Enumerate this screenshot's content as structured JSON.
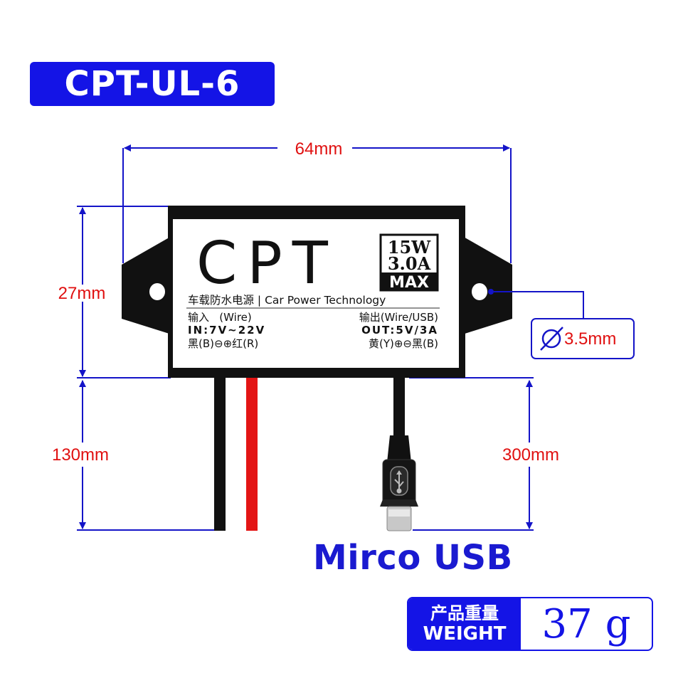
{
  "title": "CPT-UL-6",
  "device": {
    "brand": "CPT",
    "rating": {
      "power": "15W",
      "current": "3.0A",
      "max": "MAX"
    },
    "subtitle": "车载防水电源 | Car Power Technology",
    "input_header": "输入   (Wire)",
    "input_spec": "IN:7V~22V",
    "input_wires": "黑(B)⊖⊕红(R)",
    "output_header": "输出(Wire/USB)",
    "output_spec": "OUT:5V/3A",
    "output_wires": "黄(Y)⊕⊖黑(B)"
  },
  "dimensions": {
    "width": "64mm",
    "height": "27mm",
    "hole": "3.5mm",
    "input_cable": "130mm",
    "output_cable": "300mm"
  },
  "connector_label": "Mirco USB",
  "weight": {
    "label_cn": "产品重量",
    "label_en": "WEIGHT",
    "value": "37 g"
  },
  "colors": {
    "accent": "#1414e6",
    "dim_red": "#e01010",
    "dim_blue": "#1414c8",
    "body": "#111111",
    "wire_red": "#e31515"
  }
}
